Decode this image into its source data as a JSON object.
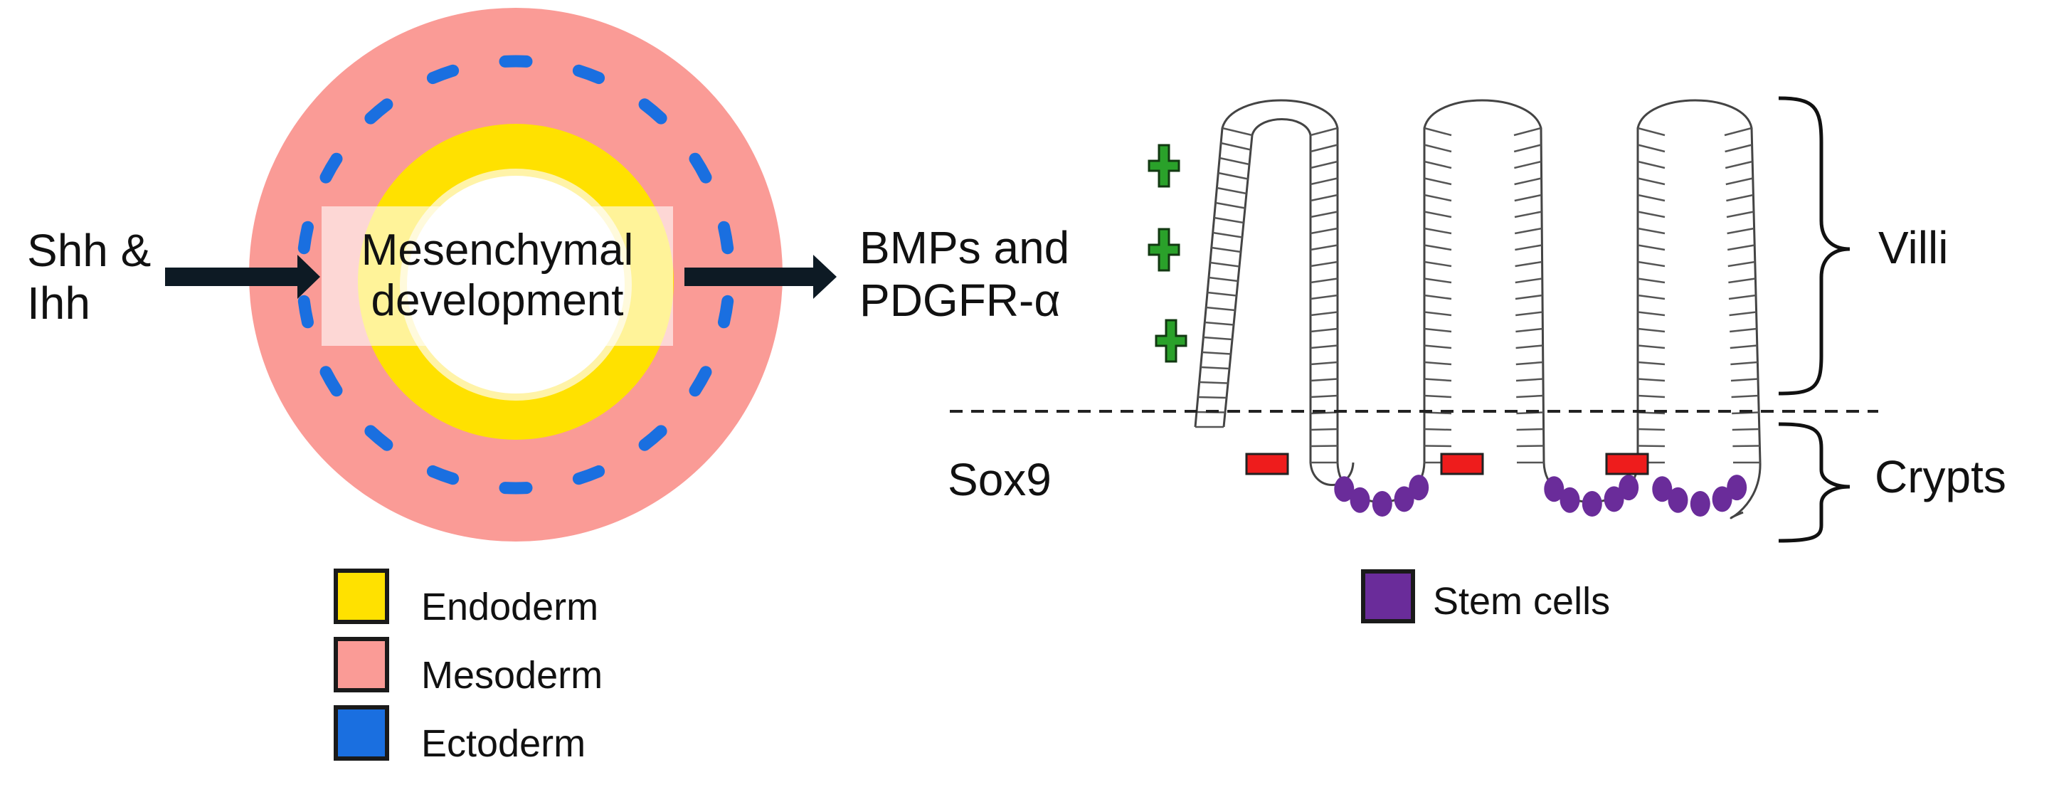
{
  "left_panel": {
    "input_label": "Shh &\nIhh",
    "center_label": "Mesenchymal\ndevelopment",
    "output_label": "BMPs and\nPDGFR-α",
    "legend": [
      {
        "label": "Endoderm",
        "color": "#ffe100",
        "icon": "yellow-square"
      },
      {
        "label": "Mesoderm",
        "color": "#fa9b96",
        "icon": "pink-square"
      },
      {
        "label": "Ectoderm",
        "color": "#1a6fe0",
        "icon": "blue-square"
      }
    ]
  },
  "right_panel": {
    "villi_label": "Villi",
    "crypts_label": "Crypts",
    "sox9_label": "Sox9",
    "plus_signs": [
      "+",
      "+",
      "+"
    ],
    "minus_signs": [
      "−",
      "−",
      "−"
    ],
    "stem_cells_label": "Stem cells",
    "colors": {
      "stem": "#6a2c9a",
      "plus": "#2aa12a",
      "minus": "#ee1c1c"
    }
  },
  "colors": {
    "mesoderm": "#fa9b96",
    "endoderm": "#ffe100",
    "ectoderm": "#1a6fe0",
    "arrow": "#0d1a24"
  }
}
